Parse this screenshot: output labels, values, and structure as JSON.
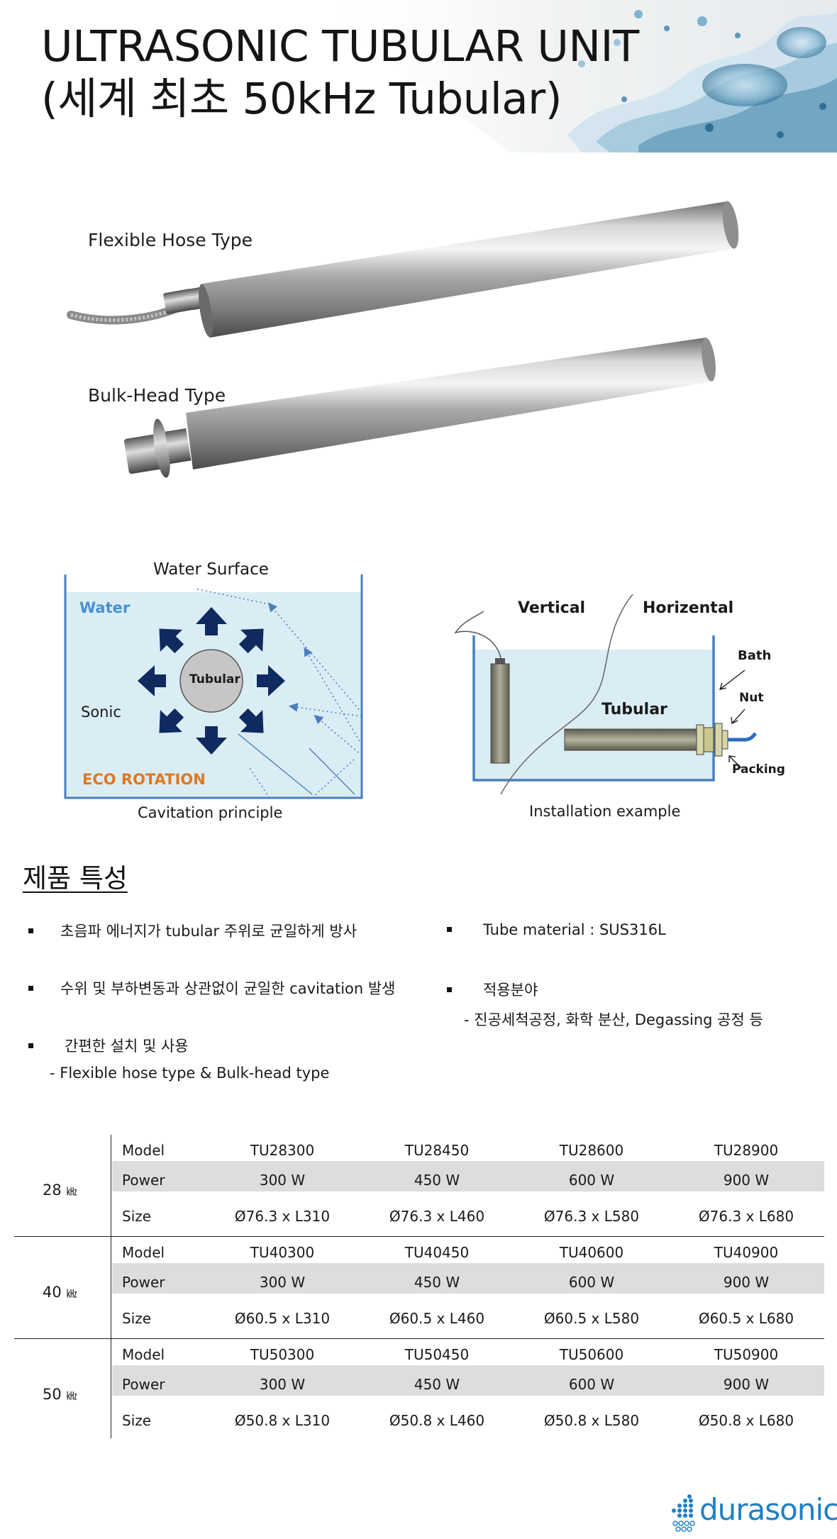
{
  "header": {
    "title_line1": "ULTRASONIC TUBULAR UNIT",
    "title_line2": "(세계 최초 50kHz Tubular)"
  },
  "products": {
    "flexible_label": "Flexible Hose Type",
    "bulkhead_label": "Bulk-Head Type"
  },
  "cavitation": {
    "water_surface": "Water Surface",
    "water": "Water",
    "tubular": "Tubular",
    "sonic": "Sonic",
    "eco_rotation": "ECO ROTATION",
    "caption": "Cavitation principle",
    "colors": {
      "water_fill": "#daedf5",
      "tank_line": "#4a7fbf",
      "arrow": "#0e2a5e",
      "eco": "#e0781e",
      "water_text": "#4a90d0"
    }
  },
  "installation": {
    "vertical": "Vertical",
    "horizontal": "Horizental",
    "bath": "Bath",
    "nut": "Nut",
    "tubular": "Tubular",
    "packing": "Packing",
    "caption": "Installation example"
  },
  "features": {
    "heading": "제품 특성",
    "left": [
      "초음파 에너지가 tubular 주위로 균일하게 방사",
      "수위 및 부하변동과 상관없이 균일한 cavitation 발생",
      "간편한 설치 및 사용"
    ],
    "left_sub": "- Flexible hose type & Bulk-head type",
    "right": [
      "Tube material : SUS316L",
      "적용분야"
    ],
    "right_sub": "- 진공세척공정,  화학 분산,  Degassing 공정 등"
  },
  "spec_table": {
    "row_labels": [
      "Model",
      "Power",
      "Size"
    ],
    "freq_unit": "㎑",
    "groups": [
      {
        "freq": "28",
        "models": [
          "TU28300",
          "TU28450",
          "TU28600",
          "TU28900"
        ],
        "powers": [
          "300 W",
          "450 W",
          "600 W",
          "900 W"
        ],
        "sizes": [
          "Ø76.3 x L310",
          "Ø76.3 x L460",
          "Ø76.3 x L580",
          "Ø76.3 x L680"
        ]
      },
      {
        "freq": "40",
        "models": [
          "TU40300",
          "TU40450",
          "TU40600",
          "TU40900"
        ],
        "powers": [
          "300 W",
          "450 W",
          "600 W",
          "900 W"
        ],
        "sizes": [
          "Ø60.5 x L310",
          "Ø60.5 x L460",
          "Ø60.5 x L580",
          "Ø60.5 x L680"
        ]
      },
      {
        "freq": "50",
        "models": [
          "TU50300",
          "TU50450",
          "TU50600",
          "TU50900"
        ],
        "powers": [
          "300 W",
          "450 W",
          "600 W",
          "900 W"
        ],
        "sizes": [
          "Ø50.8 x L310",
          "Ø50.8 x L460",
          "Ø50.8 x L580",
          "Ø50.8 x L680"
        ]
      }
    ]
  },
  "brand": {
    "name": "durasonic",
    "color": "#1e80c6"
  }
}
